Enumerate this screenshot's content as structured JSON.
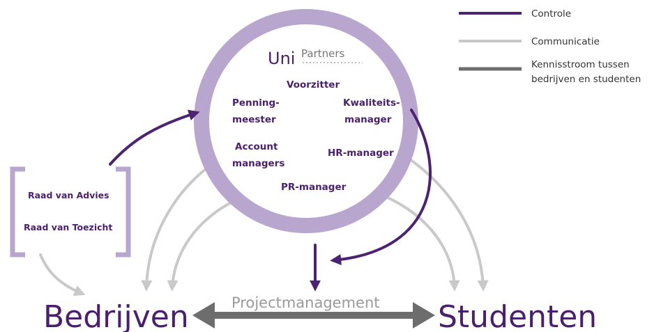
{
  "colors": {
    "controle": "#4b2370",
    "communicatie": "#c9c9c9",
    "kennisstroom": "#6d6d6d",
    "ring": "#b9a6cf",
    "text_purple": "#4a1f6e"
  },
  "legend": {
    "controle": "Controle",
    "communicatie": "Communicatie",
    "kennisstroom_line1": "Kennisstroom tussen",
    "kennisstroom_line2": "bedrijven en studenten"
  },
  "logo": {
    "uni": "Uni",
    "partners": "Partners"
  },
  "roles": {
    "voorzitter": "Voorzitter",
    "penningmeester_1": "Penning-",
    "penningmeester_2": "meester",
    "kwaliteitsmanager_1": "Kwaliteits-",
    "kwaliteitsmanager_2": "manager",
    "accountmanagers_1": "Account",
    "accountmanagers_2": "managers",
    "hr_manager": "HR-manager",
    "pr_manager": "PR-manager"
  },
  "advisory": {
    "raad_van_advies": "Raad van Advies",
    "raad_van_toezicht": "Raad van Toezicht"
  },
  "bottom": {
    "bedrijven": "Bedrijven",
    "studenten": "Studenten",
    "projectmanagement": "Projectmanagement"
  }
}
